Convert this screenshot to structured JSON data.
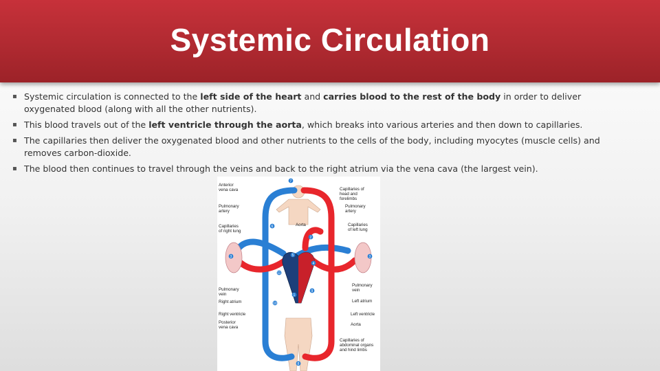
{
  "slide": {
    "title": "Systemic Circulation",
    "bullets": [
      {
        "segments": [
          "Systemic circulation is connected to the ",
          "left side of the heart",
          " and ",
          "carries blood to the rest of the body",
          " in order to deliver oxygenated blood (along with all the other nutrients)."
        ]
      },
      {
        "segments": [
          "This blood travels out of the ",
          "left ventricle through the aorta",
          ", which breaks into various arteries and then down to capillaries."
        ]
      },
      {
        "segments": [
          "The capillaries then deliver the oxygenated blood and other nutrients to the cells of the body, including myocytes (muscle cells) and removes carbon-dioxide."
        ]
      },
      {
        "segments": [
          "The blood then continues to travel through the veins and back to the right atrium via the vena cava (the largest vein)."
        ]
      }
    ]
  },
  "diagram": {
    "labels": {
      "anterior_vena_cava": [
        "Anterior",
        "vena cava"
      ],
      "capillaries_head": [
        "Capillaries of",
        "head and",
        "forelimbs"
      ],
      "pulmonary_artery_left": [
        "Pulmonary",
        "artery"
      ],
      "pulmonary_artery_right": [
        "Pulmonary",
        "artery"
      ],
      "aorta_top": [
        "Aorta"
      ],
      "capillaries_right_lung": [
        "Capillaries",
        "of right lung"
      ],
      "capillaries_left_lung": [
        "Capillaries",
        "of left lung"
      ],
      "pulmonary_vein_left": [
        "Pulmonary",
        "vein"
      ],
      "pulmonary_vein_right": [
        "Pulmonary",
        "vein"
      ],
      "right_atrium": [
        "Right atrium"
      ],
      "left_atrium": [
        "Left atrium"
      ],
      "right_ventricle": [
        "Right ventricle"
      ],
      "left_ventricle": [
        "Left ventricle"
      ],
      "posterior_vena_cava": [
        "Posterior",
        "vena cava"
      ],
      "aorta_bottom": [
        "Aorta"
      ],
      "capillaries_abdominal": [
        "Capillaries of",
        "abdominal organs",
        "and hind limbs"
      ]
    },
    "markers": [
      "7",
      "6",
      "2",
      "3",
      "5",
      "3",
      "4",
      "11",
      "1",
      "10",
      "9",
      "8"
    ],
    "colors": {
      "oxygenated": "#e8262c",
      "deoxygenated": "#2a7fd4",
      "heart_dark": "#1d3f7a",
      "skin": "#f5d7c2",
      "lung": "#f3c8c8"
    }
  }
}
